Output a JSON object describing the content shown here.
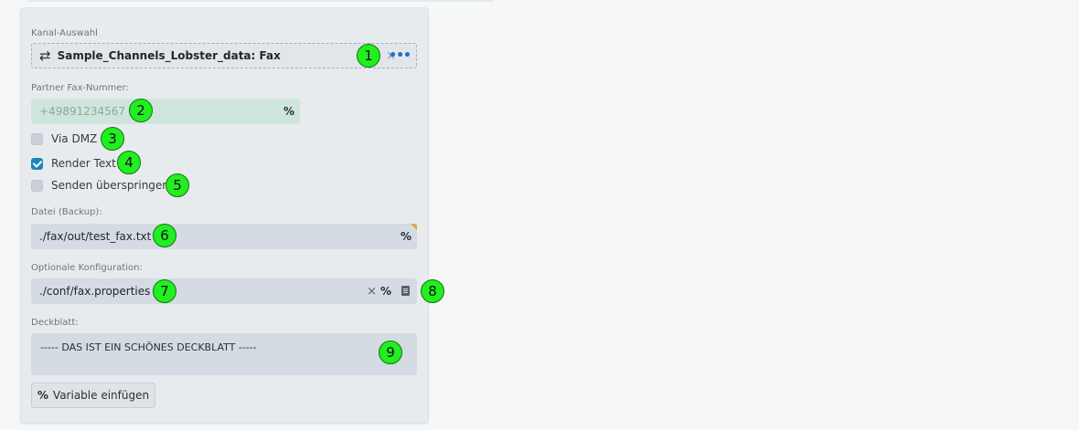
{
  "channel": {
    "label": "Kanal-Auswahl",
    "arrows_icon": "swap-arrows-icon",
    "value": "Sample_Channels_Lobster_data:  Fax",
    "clear_glyph": "×",
    "more_glyph": "•••"
  },
  "partner": {
    "label": "Partner Fax-Nummer:",
    "placeholder": "+49891234567",
    "variable_glyph": "%"
  },
  "checkboxes": {
    "via_dmz": {
      "label": "Via DMZ",
      "checked": false
    },
    "render_text": {
      "label": "Render Text",
      "checked": true
    },
    "skip_send": {
      "label": "Senden überspringen",
      "checked": false
    }
  },
  "backup": {
    "label": "Datei (Backup):",
    "value": "./fax/out/test_fax.txt",
    "variable_glyph": "%"
  },
  "config": {
    "label": "Optionale Konfiguration:",
    "value": "./conf/fax.properties",
    "clear_glyph": "×",
    "variable_glyph": "%"
  },
  "cover": {
    "label": "Deckblatt:",
    "value": "----- DAS IST EIN SCHÖNES DECKBLATT -----"
  },
  "insert_variable": {
    "icon_glyph": "%",
    "label": "Variable einfügen"
  },
  "markers": [
    "1",
    "2",
    "3",
    "4",
    "5",
    "6",
    "7",
    "8",
    "9"
  ],
  "colors": {
    "accent": "#1c86b8",
    "marker": "#22ee22",
    "phone_field": "#cfe5dc"
  }
}
